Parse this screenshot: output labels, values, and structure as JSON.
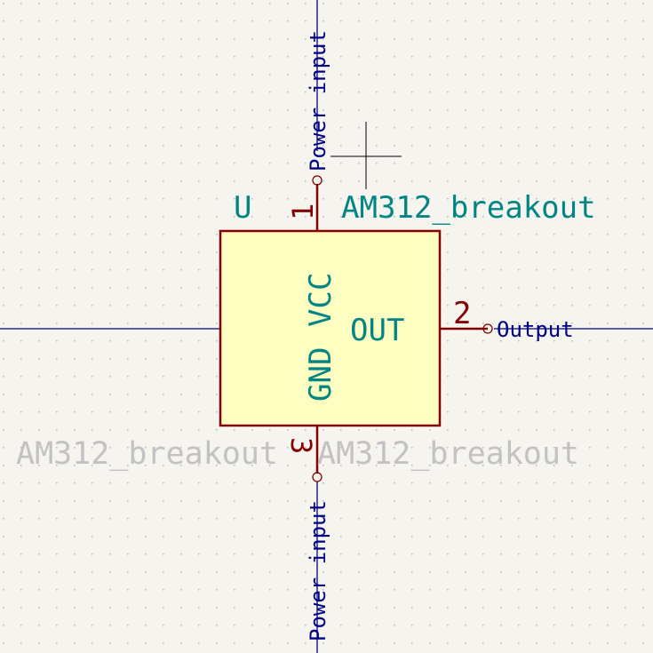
{
  "colors": {
    "background": "#f5f4ef",
    "grid_dot": "#b8b8b8",
    "body_fill": "#ffffc2",
    "body_stroke": "#840000",
    "pin_line": "#840000",
    "pin_number": "#840000",
    "pin_name": "#008484",
    "ref_text": "#008484",
    "value_text": "#008484",
    "hidden_field": "#c2c2c2",
    "wire": "#000084",
    "net_label": "#000084",
    "cursor": "#000000"
  },
  "symbol": {
    "reference": "U",
    "value": "AM312_breakout",
    "hidden_fields": [
      "AM312_breakout",
      "AM312_breakout"
    ]
  },
  "pins": [
    {
      "number": "1",
      "name": "VCC",
      "net_label": "Power input",
      "side": "top"
    },
    {
      "number": "2",
      "name": "OUT",
      "net_label": "Output",
      "side": "right"
    },
    {
      "number": "3",
      "name": "GND",
      "net_label": "Power input",
      "side": "bottom"
    }
  ]
}
